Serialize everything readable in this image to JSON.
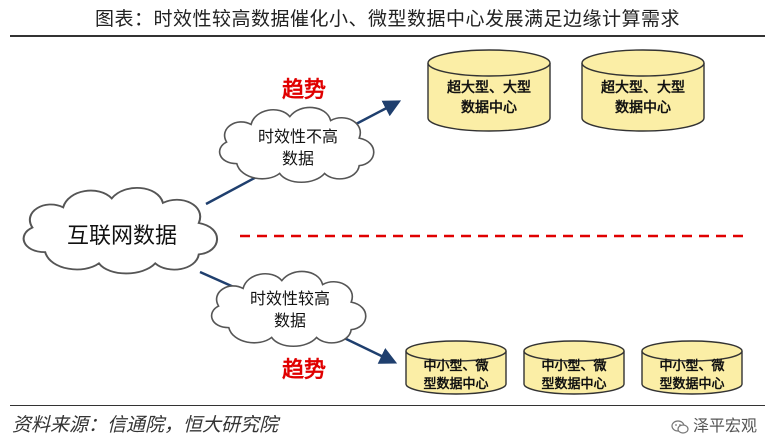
{
  "title": "图表：时效性较高数据催化小、微型数据中心发展满足边缘计算需求",
  "source": "资料来源：信通院，恒大研究院",
  "brand": "泽平宏观",
  "colors": {
    "cloud_fill": "#ffffff",
    "cloud_stroke": "#555555",
    "cylinder_fill": "#fbeea6",
    "cylinder_stroke": "#333333",
    "arrow": "#1f3f6e",
    "trend_text": "#e00000",
    "dashed_line": "#e00000"
  },
  "diagram": {
    "source_cloud": "互联网数据",
    "upper_cloud": {
      "line1": "时效性不高",
      "line2": "数据"
    },
    "lower_cloud": {
      "line1": "时效性较高",
      "line2": "数据"
    },
    "upper_trend": "趋势",
    "lower_trend": "趋势",
    "upper_centers": [
      {
        "line1": "超大型、大型",
        "line2": "数据中心"
      },
      {
        "line1": "超大型、大型",
        "line2": "数据中心"
      }
    ],
    "lower_centers": [
      {
        "line1": "中小型、微",
        "line2": "型数据中心"
      },
      {
        "line1": "中小型、微",
        "line2": "型数据中心"
      },
      {
        "line1": "中小型、微",
        "line2": "型数据中心"
      }
    ]
  }
}
